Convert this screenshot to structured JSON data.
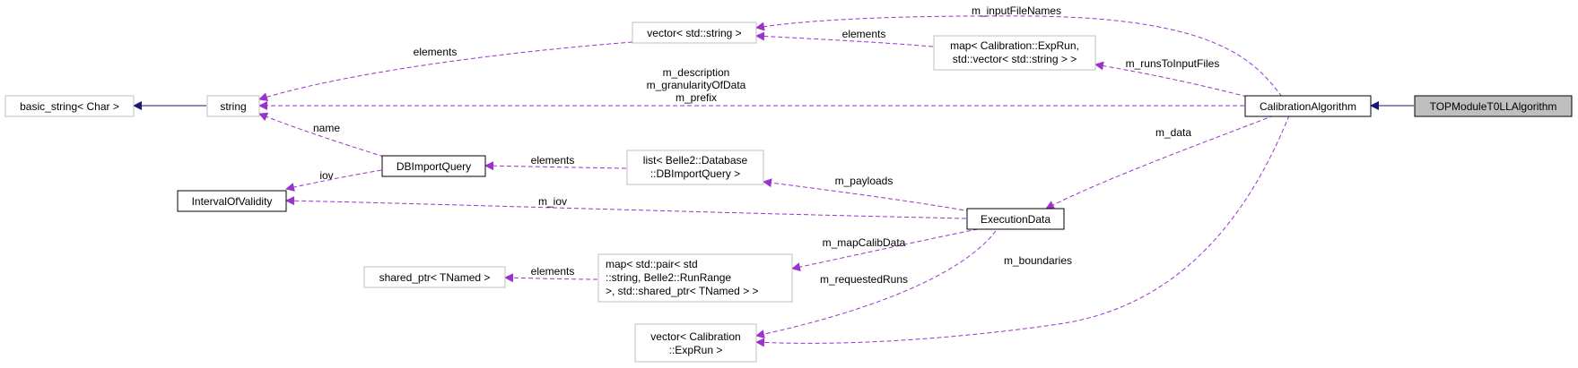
{
  "colors": {
    "composition": "#9a32cd",
    "inheritance": "#191970",
    "focus_fill": "#bfbfbf",
    "box_border": "#bfbfbf"
  },
  "nodes": {
    "basic_string": "basic_string< Char >",
    "string": "string",
    "vector_string": "vector< std::string >",
    "map_exprun": [
      "map< Calibration::ExpRun,",
      "std::vector< std::string > >"
    ],
    "calibration_algorithm": "CalibrationAlgorithm",
    "top_module": "TOPModuleT0LLAlgorithm",
    "db_import_query": "DBImportQuery",
    "interval_of_validity": "IntervalOfValidity",
    "list_db": [
      "list< Belle2::Database",
      "::DBImportQuery >"
    ],
    "execution_data": "ExecutionData",
    "shared_ptr": "shared_ptr< TNamed >",
    "map_pair": [
      "map< std::pair< std",
      "::string, Belle2::RunRange",
      " >, std::shared_ptr< TNamed > >"
    ],
    "vector_exprun": [
      "vector< Calibration",
      "::ExpRun >"
    ]
  },
  "edges": {
    "elements_vector_string": "elements",
    "input_file_names": "m_inputFileNames",
    "elements_map_exprun": "elements",
    "runs_to_input_files": "m_runsToInputFiles",
    "string_members": [
      "m_description",
      "m_granularityOfData",
      "m_prefix"
    ],
    "name": "name",
    "iov": "iov",
    "elements_list": "elements",
    "m_data": "m_data",
    "payloads": "m_payloads",
    "m_iov": "m_iov",
    "map_calib_data": "m_mapCalibData",
    "elements_shared": "elements",
    "requested_runs": "m_requestedRuns",
    "boundaries": "m_boundaries"
  }
}
